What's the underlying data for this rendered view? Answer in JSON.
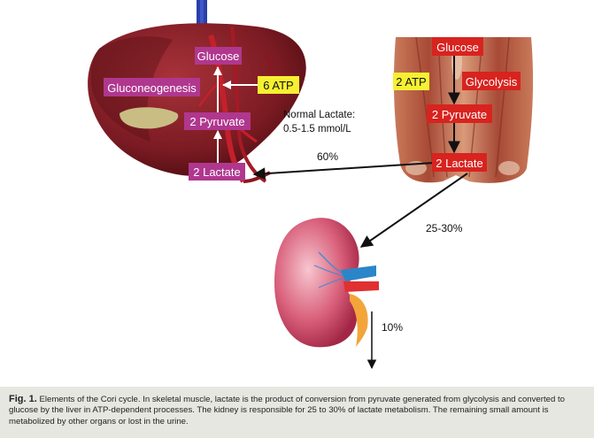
{
  "liver": {
    "glucose": "Glucose",
    "gluconeogenesis": "Gluconeogenesis",
    "atp": "6 ATP",
    "pyruvate": "2 Pyruvate",
    "lactate": "2 Lactate"
  },
  "muscle": {
    "glucose": "Glucose",
    "atp": "2 ATP",
    "glycolysis": "Glycolysis",
    "pyruvate": "2 Pyruvate",
    "lactate": "2 Lactate"
  },
  "normal_lactate": {
    "line1": "Normal Lactate:",
    "line2": "0.5-1.5 mmol/L"
  },
  "flows": {
    "to_liver": "60%",
    "to_kidney": "25-30%",
    "other": "10%"
  },
  "caption": {
    "label": "Fig. 1.",
    "text": "Elements of the Cori cycle. In skeletal muscle, lactate is the product of conversion from pyruvate generated from glycolysis and converted to glucose by the liver in ATP-dependent processes. The kidney is responsible for 25 to 30% of lactate metabolism. The remaining small amount is metabolized by other organs or lost in the urine."
  },
  "colors": {
    "liver_label_bg": "#b0378e",
    "muscle_label_bg": "#d8231f",
    "atp_highlight": "#f6f032",
    "caption_bg": "#e7e7e1"
  }
}
